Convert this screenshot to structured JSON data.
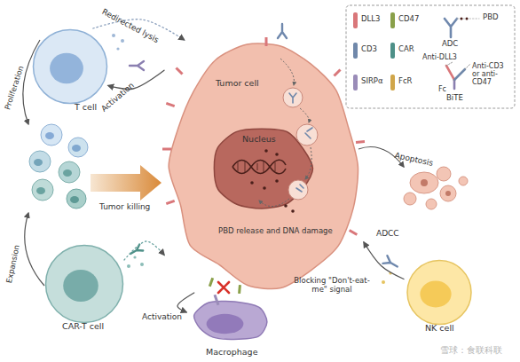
{
  "diagram": {
    "nodes": [
      {
        "text": [
          "T cell"
        ]
      },
      {
        "text": [
          "Tumor cell"
        ]
      },
      {
        "text": [
          "Nucleus"
        ],
        "in": 1
      },
      {
        "text": [
          "CAR-T cell"
        ]
      },
      {
        "text": [
          "Macrophage"
        ]
      },
      {
        "text": [
          "NK cell"
        ]
      }
    ],
    "edges": [
      {
        "from": 0,
        "to": 1,
        "label": "Redirected lysis",
        "arrow": "to"
      },
      {
        "from": 1,
        "to": 0,
        "label": "Activation",
        "arrow": "to"
      },
      {
        "from": 3,
        "to": 1,
        "arrow": "to"
      },
      {
        "from": 1,
        "to": 4,
        "label": "Activation",
        "arrow": "to"
      },
      {
        "from": 5,
        "to": 1,
        "label": "ADCC",
        "arrow": "to"
      }
    ],
    "labels": [
      "Proliferation",
      "Tumor killing",
      "Expansion",
      "PBD release and DNA damage",
      "Apoptosis",
      "Blocking \"Don't-eat-me\" signal",
      "PBD",
      "Anti-DLL3",
      "Anti-CD3 or anti-CD47",
      "Fc",
      "雪球：食联科联"
    ],
    "legend": [
      {
        "text": "DLL3",
        "color": "#d9777a"
      },
      {
        "text": "CD47",
        "color": "#8aa04a"
      },
      {
        "text": "ADC"
      },
      {
        "text": "CD3",
        "color": "#7088aa"
      },
      {
        "text": "CAR",
        "color": "#4e9088"
      },
      {
        "text": "SIRPα",
        "color": "#9a8cb8"
      },
      {
        "text": "FcR",
        "color": "#d0a64a"
      },
      {
        "text": "BiTE"
      }
    ]
  }
}
